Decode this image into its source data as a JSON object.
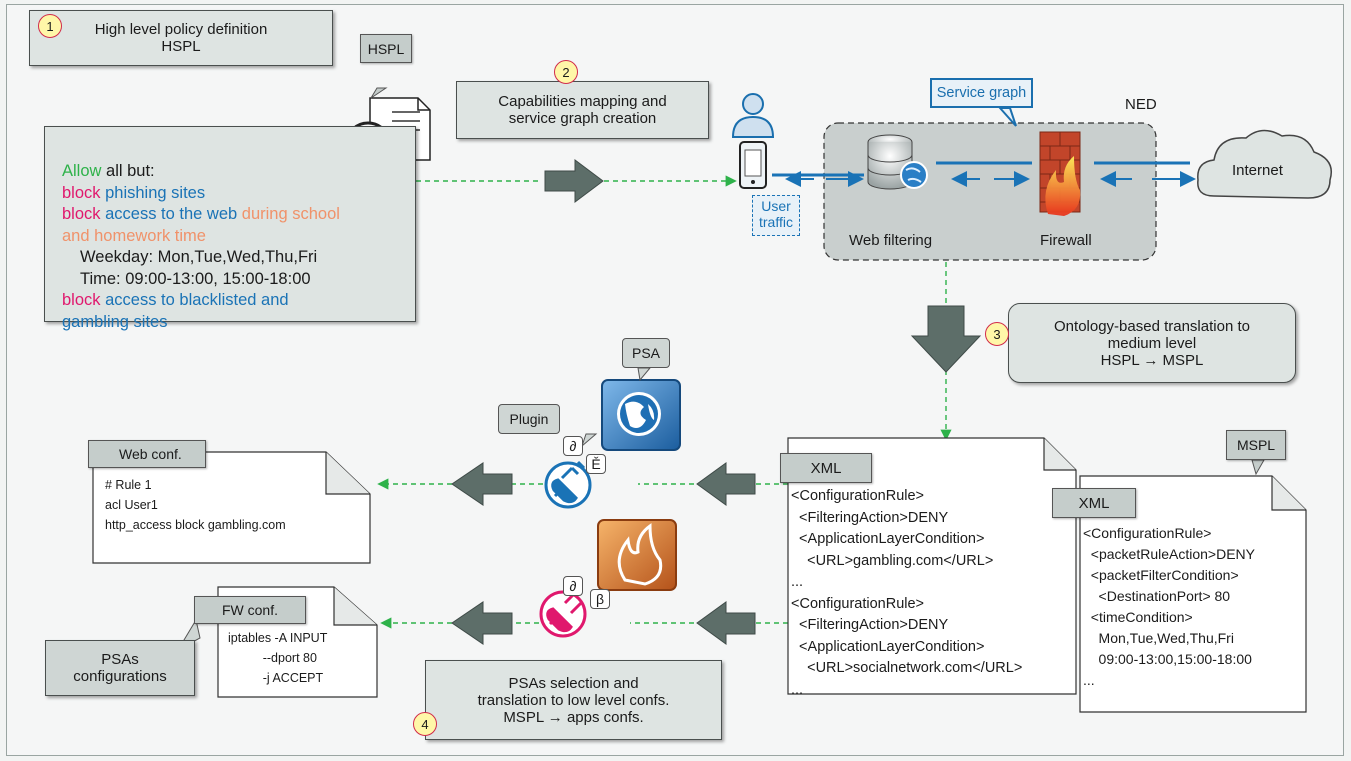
{
  "steps": {
    "s1": {
      "num": "1",
      "text": "High level policy definition\nHSPL"
    },
    "s2": {
      "num": "2",
      "text": "Capabilities mapping and\nservice graph creation"
    },
    "s3": {
      "num": "3",
      "text": "Ontology-based translation to\nmedium level\nHSPL → MSPL"
    },
    "s4": {
      "num": "4",
      "text": "PSAs selection and\ntranslation to low level confs.\nMSPL → apps confs."
    }
  },
  "hspl_tag": "HSPL",
  "hspl_policy": [
    {
      "parts": [
        {
          "t": "Allow",
          "c": "green"
        },
        {
          "t": " all but:",
          "c": "dark"
        }
      ]
    },
    {
      "parts": [
        {
          "t": "block",
          "c": "pink"
        },
        {
          "t": " phishing sites",
          "c": "blue"
        }
      ]
    },
    {
      "parts": [
        {
          "t": "block",
          "c": "pink"
        },
        {
          "t": " access to the web",
          "c": "blue"
        },
        {
          "t": " during school",
          "c": "salmon"
        }
      ]
    },
    {
      "parts": [
        {
          "t": "and homework time",
          "c": "salmon"
        }
      ]
    },
    {
      "parts": [
        {
          "t": "Weekday: Mon,Tue,Wed,Thu,Fri",
          "c": "indent"
        }
      ]
    },
    {
      "parts": [
        {
          "t": "Time: 09:00-13:00, 15:00-18:00",
          "c": "indent"
        }
      ]
    },
    {
      "parts": [
        {
          "t": "block",
          "c": "pink"
        },
        {
          "t": " access to blacklisted and",
          "c": "blue"
        }
      ]
    },
    {
      "parts": [
        {
          "t": "gambling sites",
          "c": "blue"
        }
      ]
    }
  ],
  "service_graph": {
    "callout": "Service graph",
    "ned": "NED",
    "web_filtering": "Web filtering",
    "firewall": "Firewall",
    "internet": "Internet",
    "user_traffic": "User\ntraffic"
  },
  "psa_callout": "PSA",
  "plugin_callout": "Plugin",
  "plug_glyphs": {
    "a": "∂",
    "b": "Ě",
    "c": "∂",
    "d": "β"
  },
  "web_conf": {
    "tag": "Web conf.",
    "lines": [
      "# Rule 1",
      "acl User1",
      "http_access block gambling.com"
    ]
  },
  "fw_conf": {
    "tag": "FW conf.",
    "lines": [
      "iptables -A INPUT",
      "          --dport 80",
      "          -j ACCEPT"
    ]
  },
  "psas_callout": "PSAs\nconfigurations",
  "xml_doc1": {
    "tag": "XML",
    "lines": [
      "<ConfigurationRule>",
      "  <FilteringAction>DENY",
      "  <ApplicationLayerCondition>",
      "    <URL>gambling.com</URL>",
      "...",
      "<ConfigurationRule>",
      "  <FilteringAction>DENY",
      "  <ApplicationLayerCondition>",
      "    <URL>socialnetwork.com</URL>",
      "..."
    ]
  },
  "xml_doc2": {
    "tag": "XML",
    "mspl_tag": "MSPL",
    "lines": [
      "<ConfigurationRule>",
      "  <packetRuleAction>DENY",
      "  <packetFilterCondition>",
      "    <DestinationPort> 80",
      "  <timeCondition>",
      "    Mon,Tue,Wed,Thu,Fri",
      "    09:00-13:00,15:00-18:00",
      "..."
    ]
  },
  "colors": {
    "box_fill": "#dee4e2",
    "arrow_fill": "#5d6e69",
    "dash_green": "#2eb24a",
    "link_blue": "#1a73b6",
    "badge_fill": "#fff7a8",
    "badge_border": "#d12b4a"
  }
}
